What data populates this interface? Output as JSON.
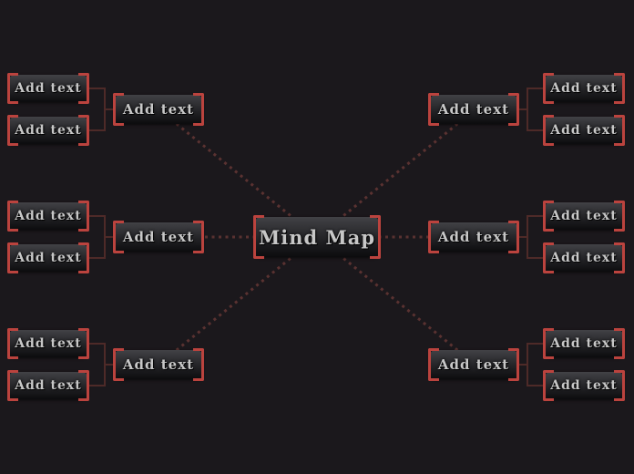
{
  "app": {
    "title": "Mind Map"
  },
  "colors": {
    "background": "#1b181c",
    "node_gradient_top": "#3d3d41",
    "node_gradient_bottom": "#0c0c0e",
    "selection_bracket": "#bb433e",
    "branch_line": "#4e2a28",
    "dotted_line": "#5a3231",
    "node_text": "#c7c7c7"
  },
  "root": {
    "label": "Mind Map"
  },
  "branches": [
    {
      "id": "left-top",
      "label": "Add text",
      "children": [
        {
          "label": "Add text"
        },
        {
          "label": "Add text"
        }
      ]
    },
    {
      "id": "left-middle",
      "label": "Add text",
      "children": [
        {
          "label": "Add text"
        },
        {
          "label": "Add text"
        }
      ]
    },
    {
      "id": "left-bottom",
      "label": "Add text",
      "children": [
        {
          "label": "Add text"
        },
        {
          "label": "Add text"
        }
      ]
    },
    {
      "id": "right-top",
      "label": "Add text",
      "children": [
        {
          "label": "Add text"
        },
        {
          "label": "Add text"
        }
      ]
    },
    {
      "id": "right-middle",
      "label": "Add text",
      "children": [
        {
          "label": "Add text"
        },
        {
          "label": "Add text"
        }
      ]
    },
    {
      "id": "right-bottom",
      "label": "Add text",
      "children": [
        {
          "label": "Add text"
        },
        {
          "label": "Add text"
        }
      ]
    }
  ]
}
